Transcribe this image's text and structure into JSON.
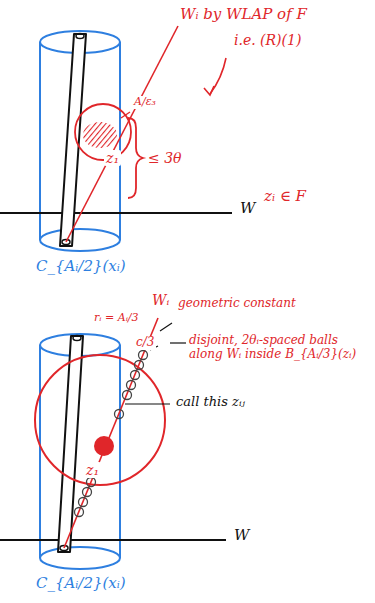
{
  "diagram": {
    "labels": [
      "Wᵢ by WLAP of F",
      "i.e. (R)(1)",
      "A/ε₃",
      "z₁",
      "≤ 3θ",
      "zᵢ ∈ F",
      "W",
      "C_{Aᵢ/2}(xᵢ)",
      "Wᵢ",
      "geometric constant",
      "rᵢ = Aᵢ/3",
      "c/3",
      "disjoint, 2θᵢ-spaced balls along Wᵢ inside B_{Aᵢ/3}(zᵢ)",
      "call this zᵢⱼ",
      "z₁",
      "W",
      "C_{Aᵢ/2}(xᵢ)"
    ]
  }
}
